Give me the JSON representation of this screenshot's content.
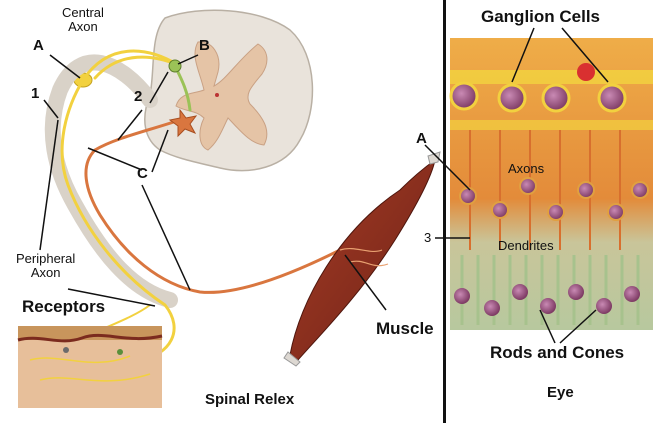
{
  "labels": {
    "central_axon": "Central\nAxon",
    "a_left": "A",
    "b": "B",
    "one": "1",
    "two": "2",
    "c": "C",
    "peripheral_axon": "Peripheral\nAxon",
    "receptors": "Receptors",
    "muscle": "Muscle",
    "spinal_reflex": "Spinal Relex",
    "ganglion_cells": "Ganglion Cells",
    "a_right": "A",
    "axons": "Axons",
    "three": "3",
    "dendrites": "Dendrites",
    "rods_and_cones": "Rods and Cones",
    "eye": "Eye"
  },
  "colors": {
    "spinal_cord": "#e8e1d8",
    "gray_matter": "#e7c9ac",
    "sensory_nerve": "#f2d13f",
    "motor_nerve": "#d9763f",
    "muscle": "#8c2e1e",
    "retina_bg": "#e69a3a",
    "cell_body": "#9b4d7c"
  }
}
